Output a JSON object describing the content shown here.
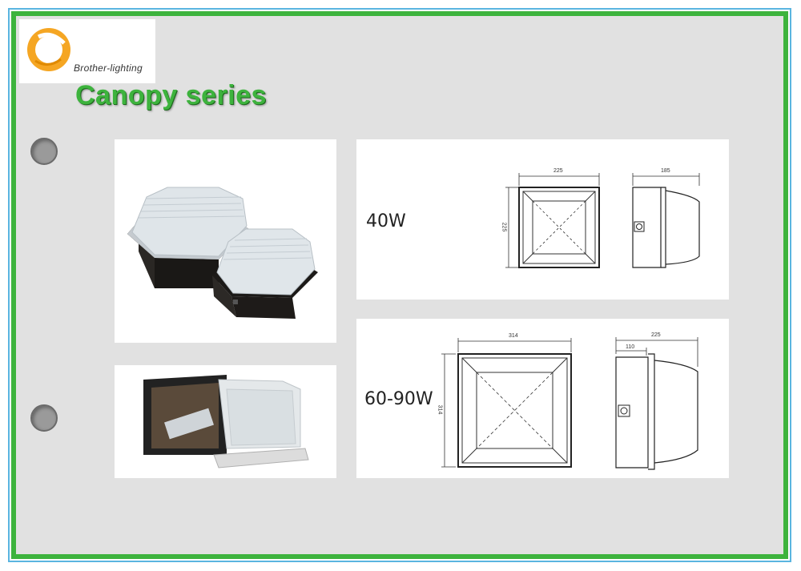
{
  "brand": {
    "name": "Brother-lighting"
  },
  "title": "Canopy series",
  "rows": [
    {
      "label": "40W",
      "front": {
        "width": "225",
        "height": "225"
      },
      "side": {
        "width": "185"
      }
    },
    {
      "label": "60-90W",
      "front": {
        "width": "314",
        "height": "314"
      },
      "side": {
        "width": "225",
        "depth": "110"
      }
    }
  ]
}
